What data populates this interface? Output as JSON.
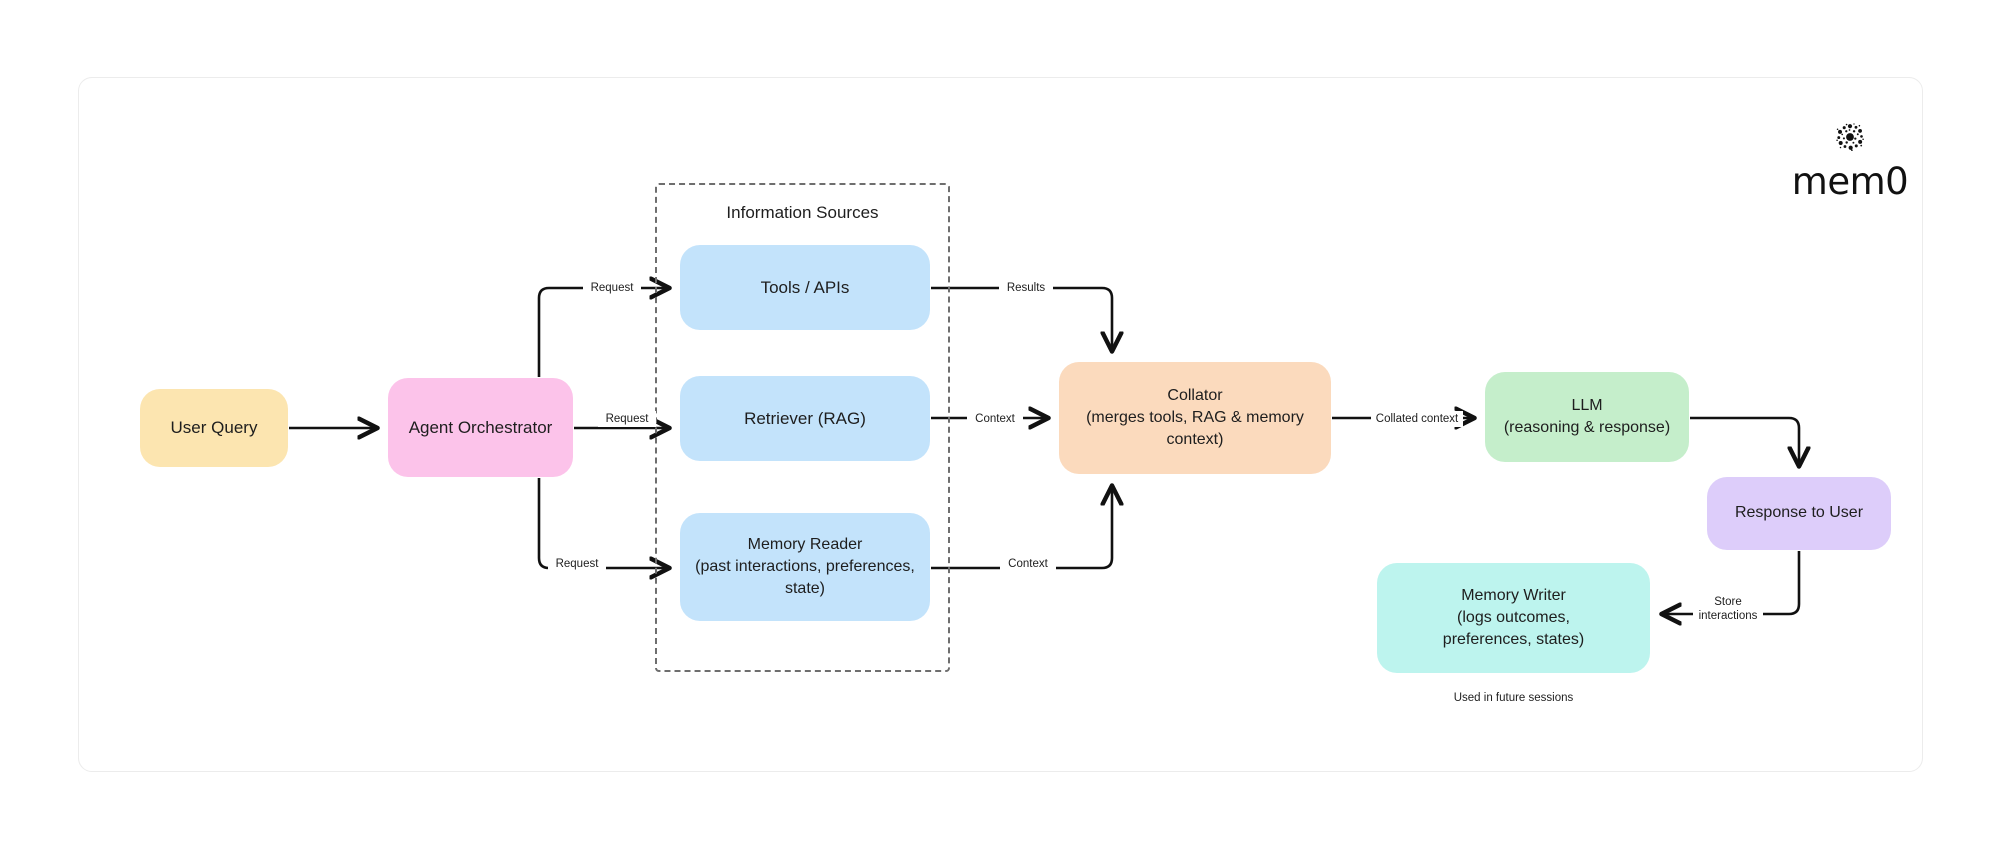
{
  "brand": {
    "wordmark": "mem0",
    "mark_icon": "mem0-particle-logo-icon"
  },
  "group": {
    "title": "Information Sources"
  },
  "nodes": {
    "user_query": {
      "label": "User Query",
      "color": "#fce5b0"
    },
    "agent_orchestrator": {
      "label": "Agent Orchestrator",
      "color": "#fcc3ea"
    },
    "tools_apis": {
      "label": "Tools / APIs",
      "color": "#c3e3fb"
    },
    "retriever_rag": {
      "label": "Retriever (RAG)",
      "color": "#c3e3fb"
    },
    "memory_reader": {
      "label": "Memory Reader\n(past interactions, preferences,\nstate)",
      "color": "#c3e3fb"
    },
    "collator": {
      "label": "Collator\n(merges tools, RAG & memory\ncontext)",
      "color": "#fbdabd"
    },
    "llm": {
      "label": "LLM\n(reasoning & response)",
      "color": "#c5eecb"
    },
    "response_to_user": {
      "label": "Response to User",
      "color": "#ddcdfa"
    },
    "memory_writer": {
      "label": "Memory Writer\n(logs outcomes,\npreferences, states)",
      "color": "#bdf4ee"
    }
  },
  "edges": {
    "request_tools": "Request",
    "request_retriever": "Request",
    "request_memory": "Request",
    "results": "Results",
    "context_tools": "Context",
    "context_memory": "Context",
    "collated_context": "Collated context",
    "store_interactions": "Store\ninteractions"
  },
  "notes": {
    "future_sessions": "Used in future sessions"
  },
  "palette": {
    "edge_stroke": "#111111",
    "group_border": "#6e6e6e",
    "canvas_border": "#ececec",
    "background": "#ffffff",
    "text": "#1e1e1e"
  }
}
